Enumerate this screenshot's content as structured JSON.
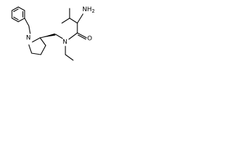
{
  "structure": {
    "atoms": {
      "amine_label": "NH2",
      "amine_letters": "NH",
      "amine_subscript": "2",
      "amide_nitrogen_label": "N",
      "ring_nitrogen_label": "N",
      "carbonyl_oxygen_label": "O"
    },
    "style": {
      "line_color": "#000000",
      "background_color": "#ffffff"
    }
  }
}
